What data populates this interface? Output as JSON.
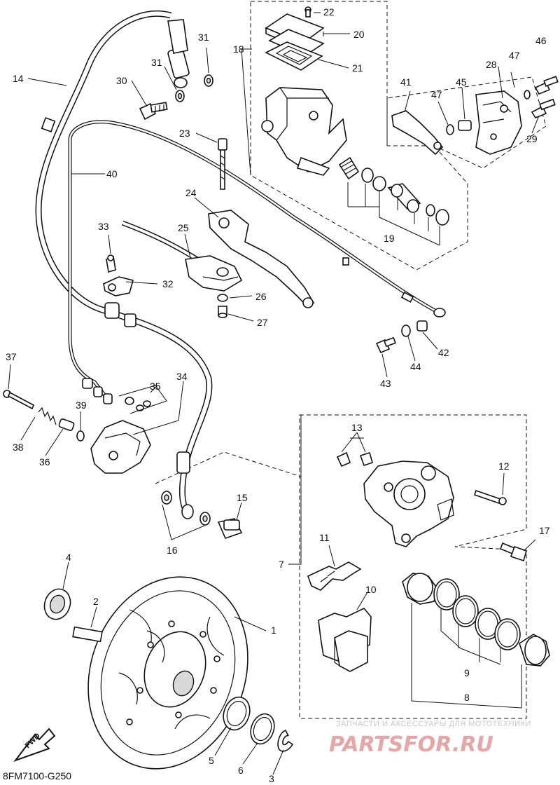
{
  "diagram": {
    "code": "8FM7100-G250",
    "fwd_label": "FWD",
    "watermark": {
      "tagline": "ЗАПЧАСТИ И АКСЕССУАРЫ ДЛЯ МОТОТЕХНИКИ",
      "brand": "PARTSFOR.RU"
    },
    "callouts": [
      "1",
      "2",
      "3",
      "4",
      "5",
      "6",
      "7",
      "8",
      "9",
      "10",
      "11",
      "12",
      "13",
      "14",
      "15",
      "16",
      "17",
      "18",
      "19",
      "20",
      "21",
      "22",
      "23",
      "24",
      "25",
      "26",
      "27",
      "28",
      "29",
      "30",
      "31",
      "31",
      "32",
      "33",
      "34",
      "35",
      "36",
      "37",
      "38",
      "39",
      "40",
      "41",
      "42",
      "43",
      "44",
      "45",
      "46",
      "47",
      "47"
    ]
  }
}
